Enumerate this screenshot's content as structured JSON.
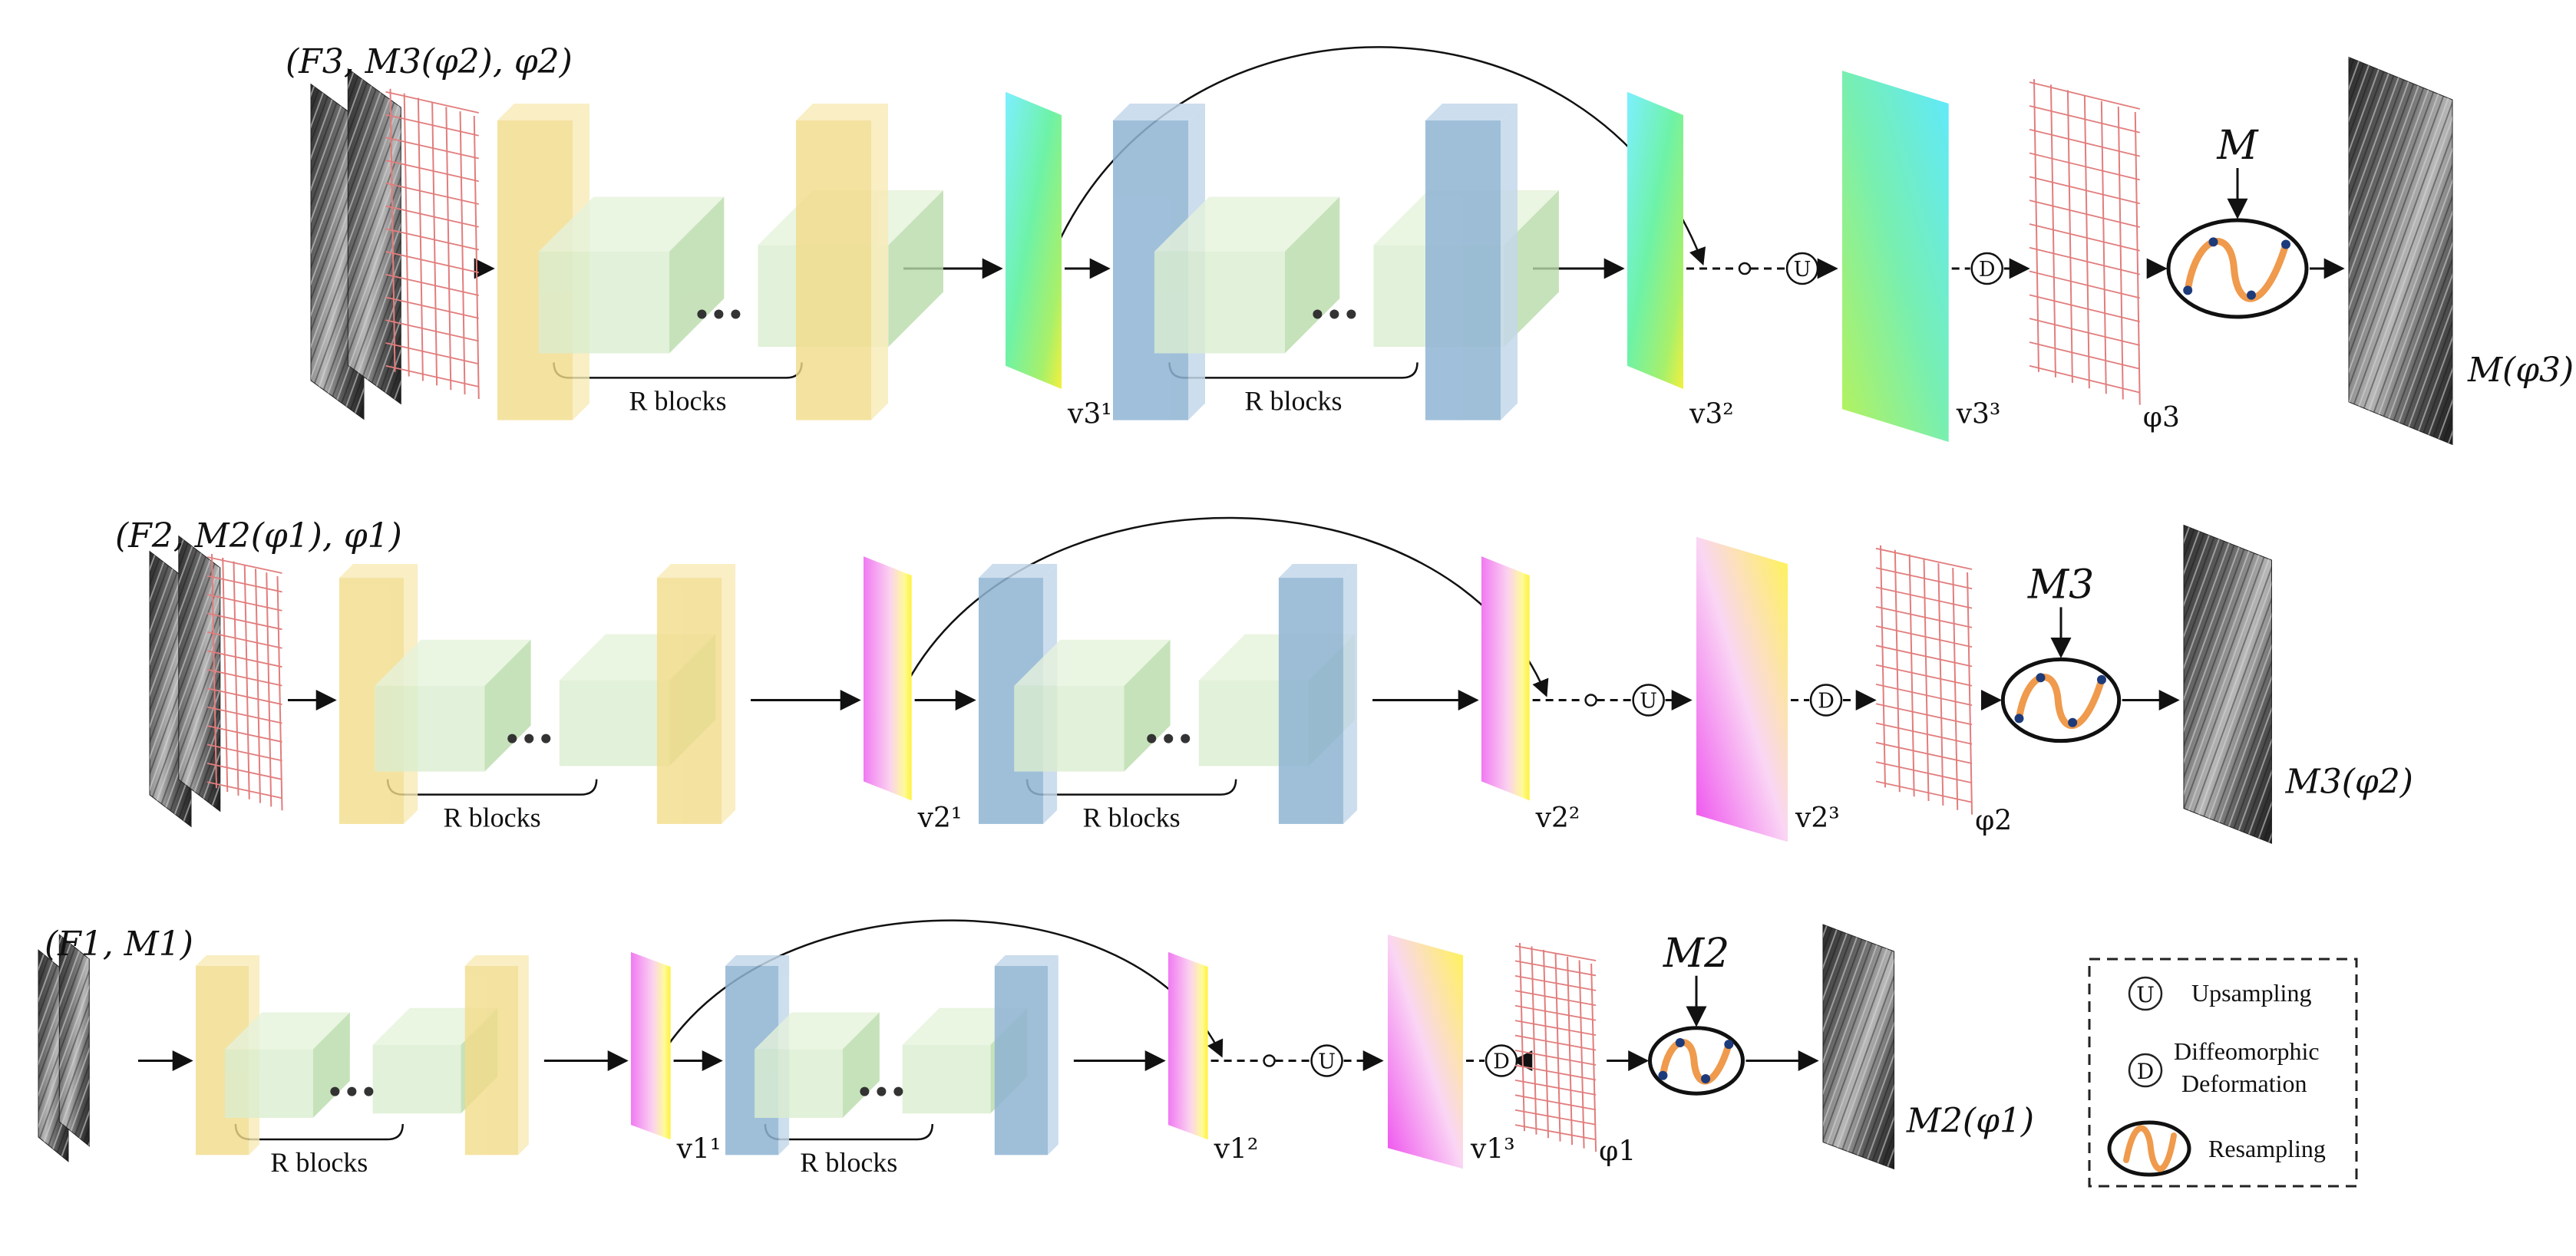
{
  "colors": {
    "encoder": "#f2dc8a",
    "encoder_side": "#f8ebb6",
    "res": "#dbeed0",
    "res_side": "#b9dba9",
    "decoder": "#8fb4d3",
    "decoder_side": "#c4d8ea",
    "grid": "#e27d7d",
    "curve": "#ef9a4c",
    "dot": "#1d3b7a"
  },
  "rows": [
    {
      "input_label": "(F3, M3(φ2), φ2)",
      "rblocks_1": "R blocks",
      "rblocks_2": "R blocks",
      "v_a": "v3¹",
      "v_b": "v3²",
      "v_c": "v3³",
      "phi": "φ3",
      "mov": "M",
      "output_label": "M(φ3)",
      "field_palette": "cyan-green"
    },
    {
      "input_label": "(F2, M2(φ1), φ1)",
      "rblocks_1": "R blocks",
      "rblocks_2": "R blocks",
      "v_a": "v2¹",
      "v_b": "v2²",
      "v_c": "v2³",
      "phi": "φ2",
      "mov": "M3",
      "output_label": "M3(φ2)",
      "field_palette": "magenta-yellow"
    },
    {
      "input_label": "(F1, M1)",
      "rblocks_1": "R blocks",
      "rblocks_2": "R blocks",
      "v_a": "v1¹",
      "v_b": "v1²",
      "v_c": "v1³",
      "phi": "φ1",
      "mov": "M2",
      "output_label": "M2(φ1)",
      "field_palette": "magenta-yellow"
    }
  ],
  "legend": {
    "upsampling_symbol": "U",
    "upsampling_label": "Upsampling",
    "deform_symbol": "D",
    "deform_label_1": "Diffeomorphic",
    "deform_label_2": "Deformation",
    "resampling_label": "Resampling"
  }
}
